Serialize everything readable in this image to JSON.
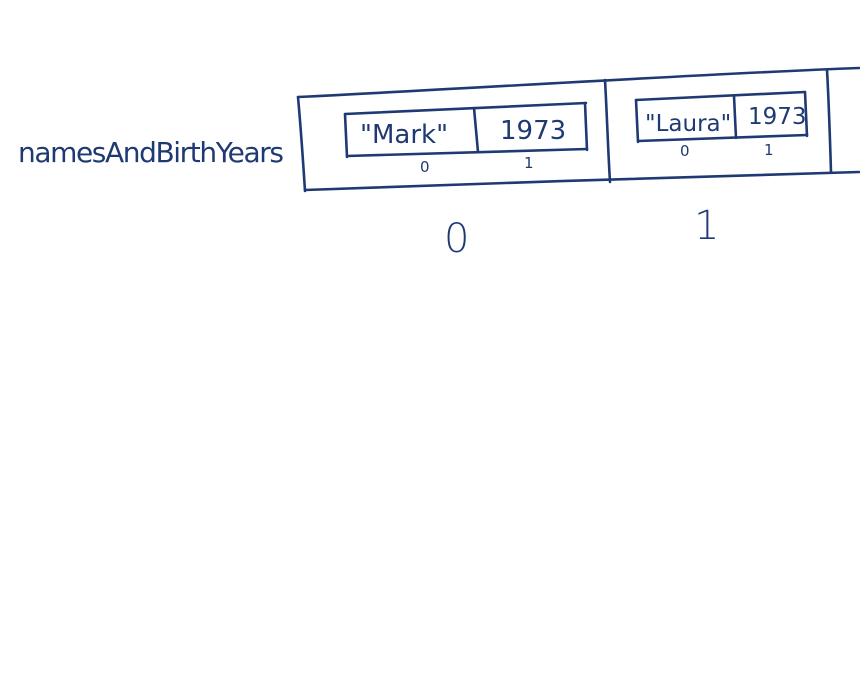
{
  "variable": {
    "name": "namesAndBirthYears"
  },
  "outer_array": {
    "elements": [
      {
        "index": "0",
        "inner_array": [
          {
            "value": "\"Mark\"",
            "index": "0"
          },
          {
            "value": "1973",
            "index": "1"
          }
        ]
      },
      {
        "index": "1",
        "inner_array": [
          {
            "value": "\"Laura\"",
            "index": "0"
          },
          {
            "value": "1973",
            "index": "1"
          }
        ]
      }
    ]
  },
  "colors": {
    "ink": "#1f3a73",
    "background": "#ffffff"
  }
}
